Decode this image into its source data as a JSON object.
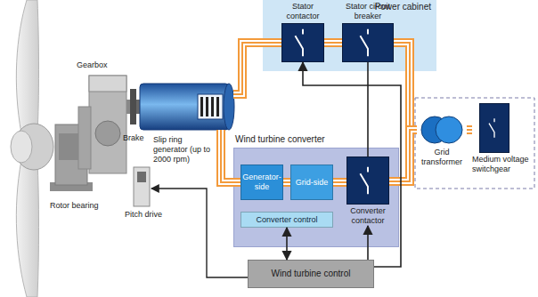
{
  "diagram": {
    "nodes": [
      {
        "text": [
          "Power cabinet"
        ]
      },
      {
        "text": [
          "Stator contactor"
        ],
        "in": 0
      },
      {
        "text": [
          "Stator circuit breaker"
        ],
        "in": 0
      },
      {
        "text": [
          "Wind turbine converter"
        ]
      },
      {
        "text": [
          "Generator-side"
        ],
        "in": 3
      },
      {
        "text": [
          "Grid-side"
        ],
        "in": 3
      },
      {
        "text": [
          "Converter control"
        ],
        "in": 3
      },
      {
        "text": [
          "Converter contactor"
        ],
        "in": 3
      },
      {
        "text": [
          "Grid transformer"
        ]
      },
      {
        "text": [
          "Medium voltage switchgear"
        ]
      },
      {
        "text": [
          "Wind turbine control"
        ]
      }
    ],
    "edges": [
      {
        "from": 1,
        "to": 2,
        "arrow": "none"
      },
      {
        "from": 2,
        "to": 8,
        "arrow": "none"
      },
      {
        "from": 4,
        "to": 5,
        "arrow": "none"
      },
      {
        "from": 5,
        "to": 7,
        "arrow": "none"
      },
      {
        "from": 7,
        "to": 8,
        "arrow": "none"
      },
      {
        "from": 8,
        "to": 9,
        "arrow": "none"
      },
      {
        "from": 10,
        "to": 6,
        "arrow": "both"
      },
      {
        "from": 10,
        "to": 7,
        "arrow": "to"
      },
      {
        "from": 7,
        "to": 2,
        "arrow": "none"
      },
      {
        "from": 10,
        "to": 1,
        "arrow": "to"
      }
    ],
    "labels": [
      "Gearbox",
      "Brake",
      "Slip ring generator (up to 2000 rpm)",
      "Rotor bearing",
      "Pitch drive"
    ]
  }
}
